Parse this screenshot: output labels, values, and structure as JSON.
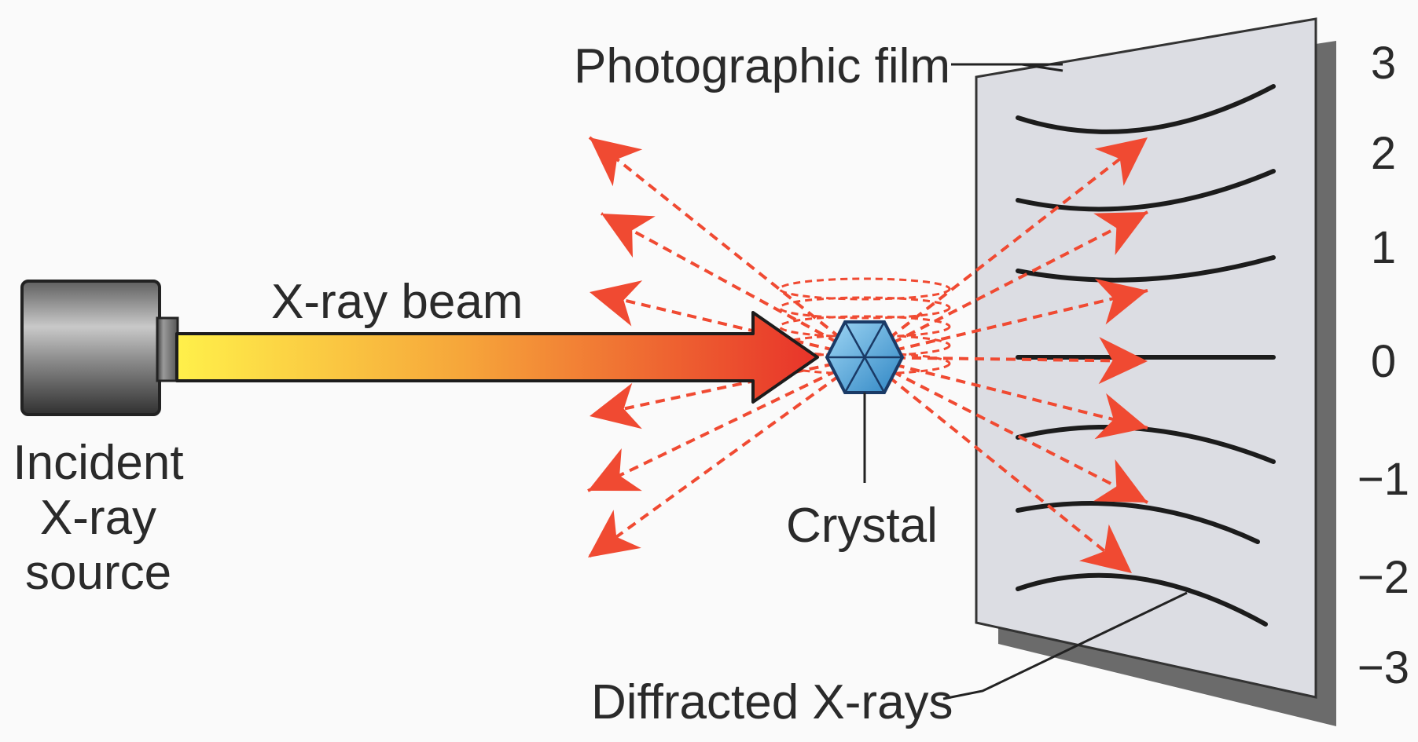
{
  "labels": {
    "source": [
      "Incident",
      "X-ray",
      "source"
    ],
    "beam": "X-ray beam",
    "film": "Photographic film",
    "crystal": "Crystal",
    "diffracted": "Diffracted X-rays"
  },
  "orders": [
    "3",
    "2",
    "1",
    "0",
    "−1",
    "−2",
    "−3"
  ],
  "colors": {
    "ray": "#f04a32",
    "beam_start": "#fff04a",
    "beam_end": "#e8332a",
    "film": "#dcdde3",
    "film_shadow": "#6b6b6b",
    "crystal": "#46a6e0"
  },
  "icons": {
    "source": "xray-tube-icon",
    "crystal": "hexagonal-crystal-icon"
  }
}
